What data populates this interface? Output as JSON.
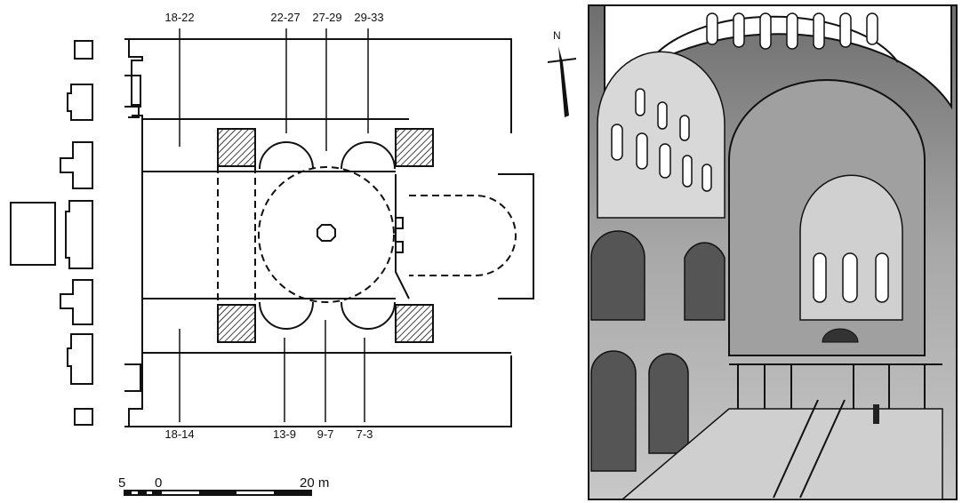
{
  "plan": {
    "top_labels": [
      "18-22",
      "22-27",
      "27-29",
      "29-33"
    ],
    "bottom_labels": [
      "18-14",
      "13-9",
      "9-7",
      "7-3"
    ],
    "north_label": "N",
    "scale": {
      "left": "5",
      "zero": "0",
      "right": "20 m"
    }
  },
  "colors": {
    "ink": "#111111",
    "wash": "#9a9a9a",
    "paper": "#ffffff"
  }
}
